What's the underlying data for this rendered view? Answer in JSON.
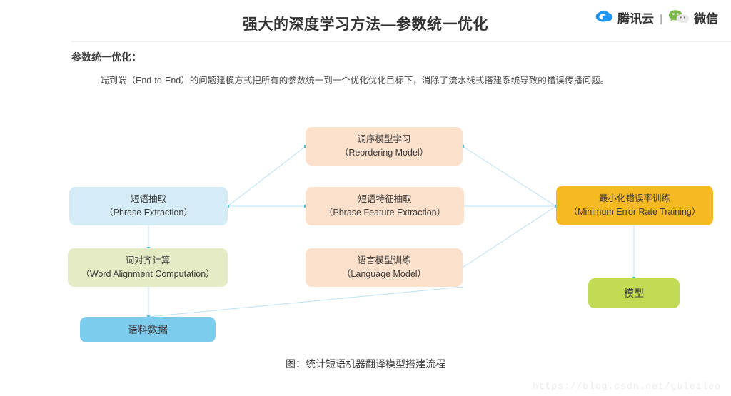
{
  "header": {
    "title": "强大的深度学习方法—参数统一优化",
    "brand": {
      "cloud_icon": "tencent-cloud-icon",
      "cloud_label": "腾讯云",
      "separator": "|",
      "wechat_icon": "wechat-icon",
      "wechat_label": "微信"
    }
  },
  "content": {
    "section_heading": "参数统一优化：",
    "paragraph": "端到端（End-to-End）的问题建模方式把所有的参数统一到一个优化优化目标下，消除了流水线式搭建系统导致的错误传播问题。"
  },
  "diagram": {
    "caption": "图：统计短语机器翻译模型搭建流程",
    "connector_color": "#b9e0f2",
    "nodes": [
      {
        "id": "reordering",
        "cn": "调序模型学习",
        "en": "（Reordering Model）",
        "fill": "#fbe0cc"
      },
      {
        "id": "phrase_extract",
        "cn": "短语抽取",
        "en": "（Phrase Extraction）",
        "fill": "#d5ecf7"
      },
      {
        "id": "phrase_feature",
        "cn": "短语特征抽取",
        "en": "（Phrase Feature Extraction）",
        "fill": "#fbe0cc"
      },
      {
        "id": "mert",
        "cn": "最小化错误率训练",
        "en": "（Minimum Error Rate Training）",
        "fill": "#f5b924"
      },
      {
        "id": "word_align",
        "cn": "词对齐计算",
        "en": "（Word Alignment Computation）",
        "fill": "#e5ebc4"
      },
      {
        "id": "language_model",
        "cn": "语言模型训练",
        "en": "（Language Model）",
        "fill": "#fbe0cc"
      },
      {
        "id": "model",
        "cn": "模型",
        "en": "",
        "fill": "#c2db55"
      },
      {
        "id": "corpus",
        "cn": "语料数据",
        "en": "",
        "fill": "#7ecced"
      }
    ]
  },
  "watermark": "https://blog.csdn.net/guleileo"
}
